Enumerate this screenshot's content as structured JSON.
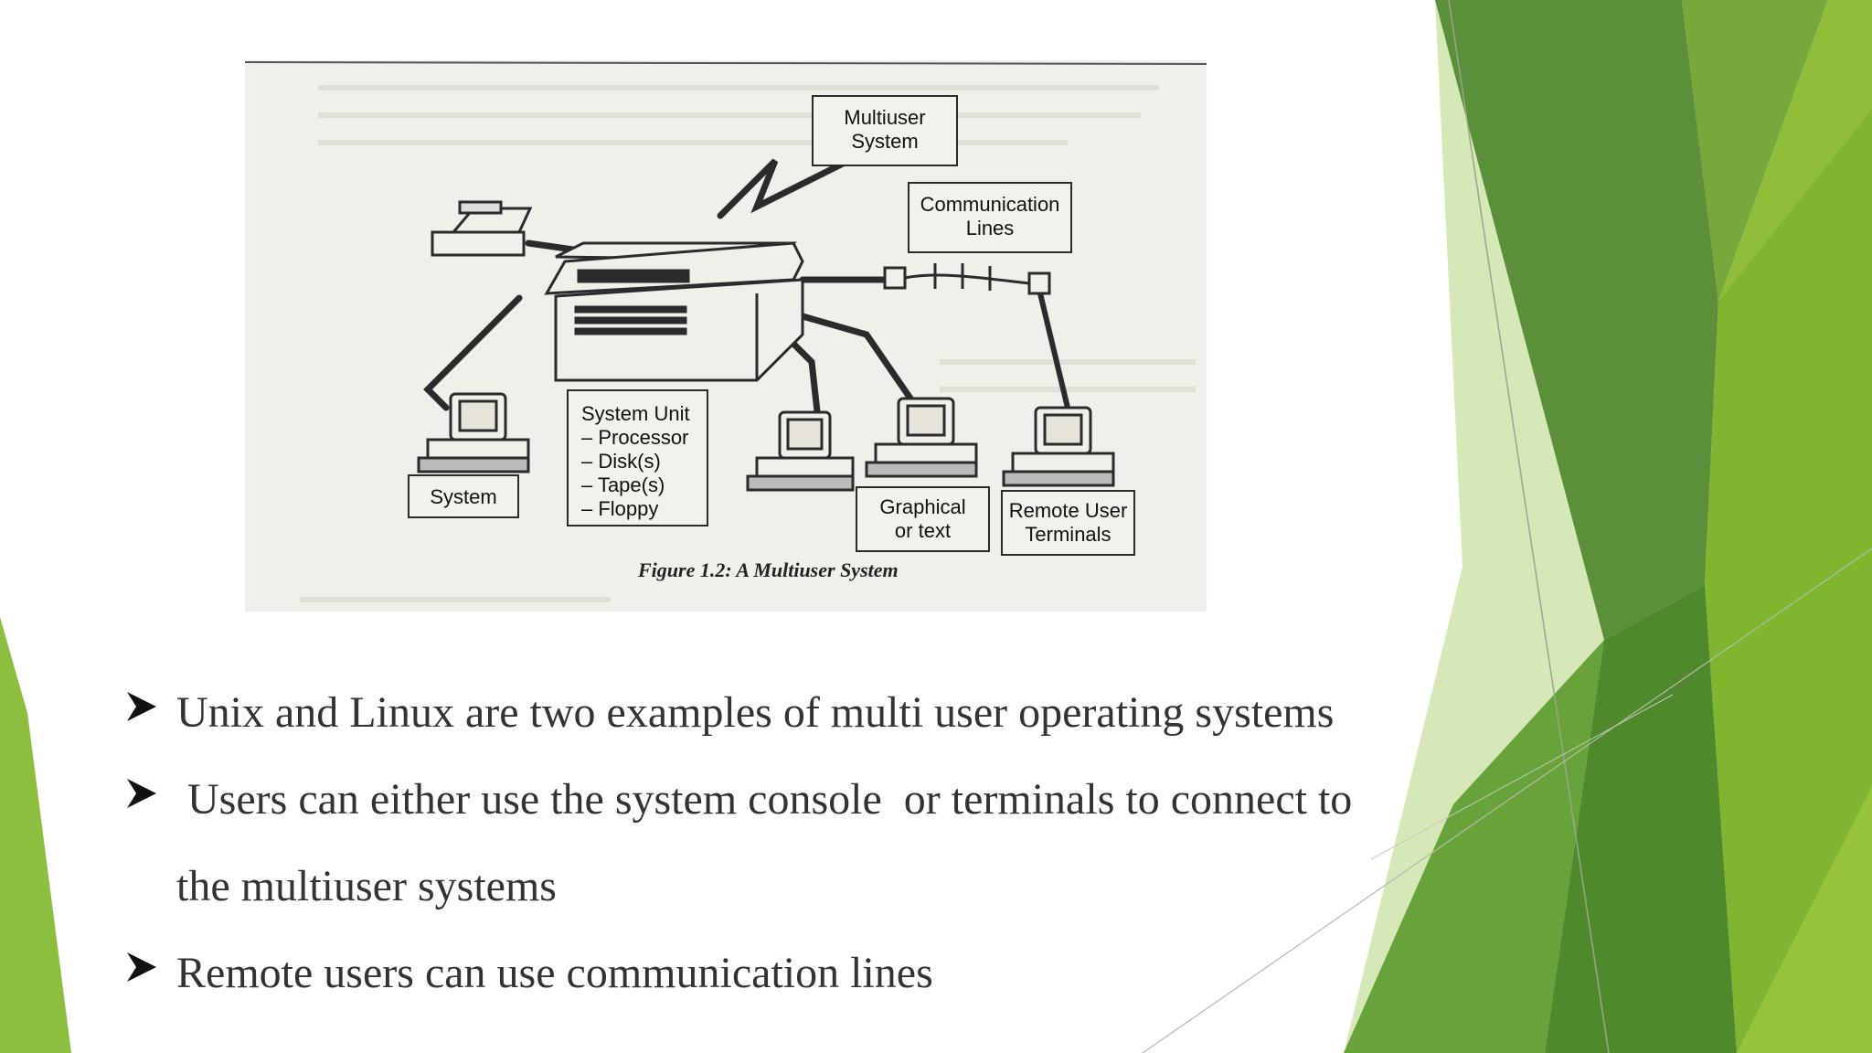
{
  "figure": {
    "caption": "Figure 1.2: A Multiuser System",
    "labels": {
      "multiuser_system": [
        "Multiuser",
        "System"
      ],
      "communication_lines": [
        "Communication",
        "Lines"
      ],
      "system": "System",
      "system_unit": [
        "System Unit",
        "– Processor",
        "– Disk(s)",
        "– Tape(s)",
        "– Floppy"
      ],
      "graphical": [
        "Graphical",
        "or text"
      ],
      "remote_terminals": [
        "Remote User",
        "Terminals"
      ]
    }
  },
  "bullets": [
    {
      "text": "Unix and Linux are two examples of multi user operating systems"
    },
    {
      "text": " Users can either use the system console  or terminals to connect to",
      "continuation": "the multiuser systems"
    },
    {
      "text": "Remote users can use communication lines"
    }
  ],
  "theme": {
    "accent_light": "#8cbf3f",
    "accent_dark": "#4a7f2a",
    "text": "#333333"
  },
  "icons": {
    "bullet": "arrowhead-icon"
  }
}
